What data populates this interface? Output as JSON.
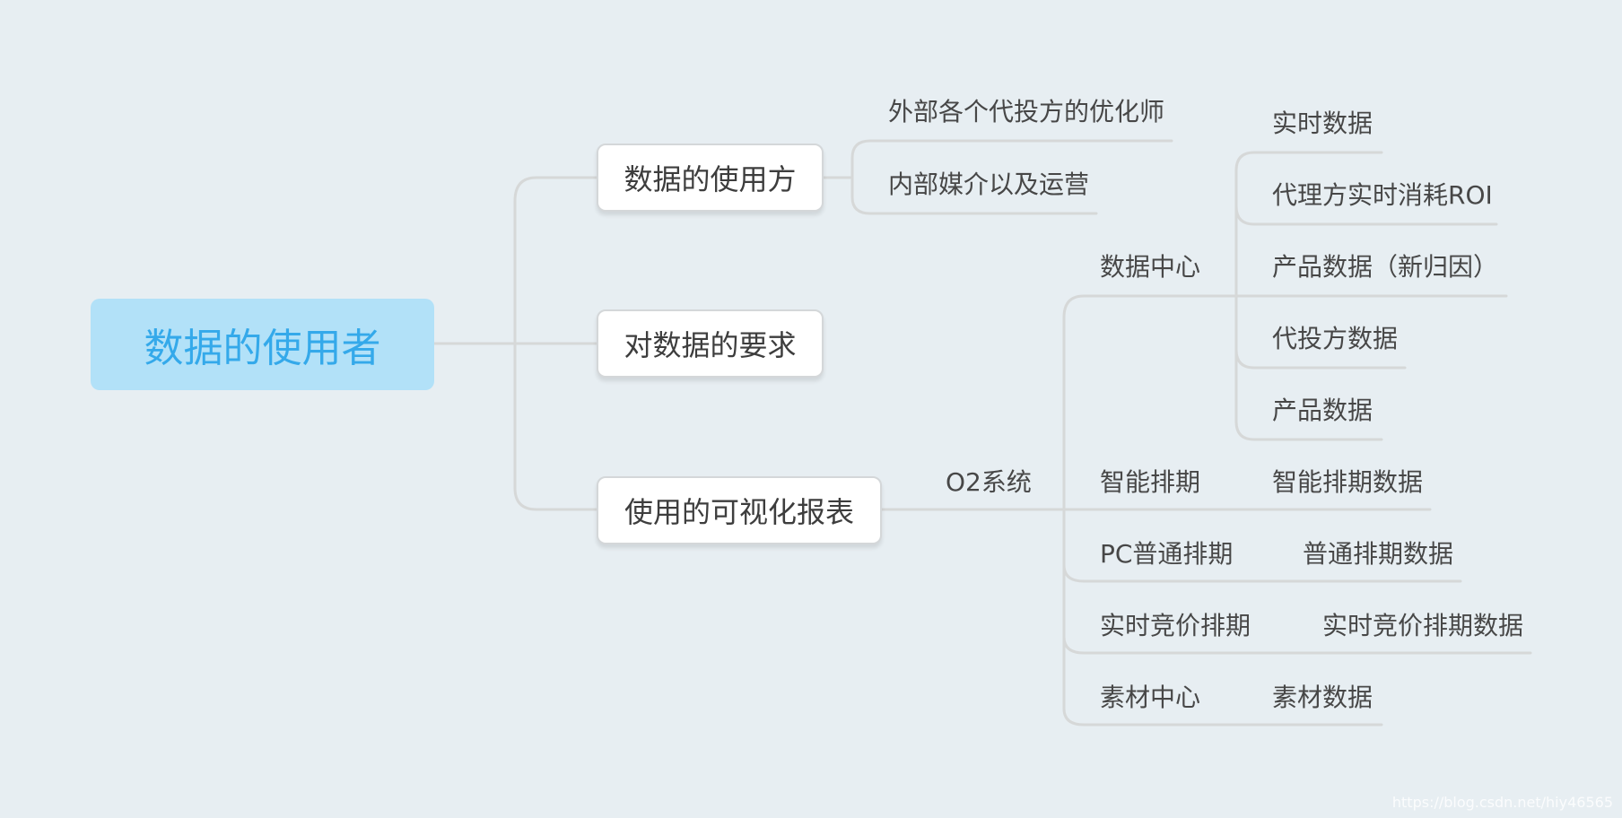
{
  "root": {
    "label": "数据的使用者"
  },
  "branches": {
    "users": {
      "label": "数据的使用方",
      "children": [
        "外部各个代投方的优化师",
        "内部媒介以及运营"
      ]
    },
    "requirements": {
      "label": "对数据的要求"
    },
    "reports": {
      "label": "使用的可视化报表",
      "system": "O2系统",
      "data_center": {
        "label": "数据中心",
        "children": [
          "实时数据",
          "代理方实时消耗ROI",
          "产品数据（新归因）",
          "代投方数据",
          "产品数据"
        ]
      },
      "smart_schedule": {
        "label": "智能排期",
        "child": "智能排期数据"
      },
      "pc_schedule": {
        "label": "PC普通排期",
        "child": "普通排期数据"
      },
      "rtb_schedule": {
        "label": "实时竞价排期",
        "child": "实时竞价排期数据"
      },
      "material_center": {
        "label": "素材中心",
        "child": "素材数据"
      }
    }
  },
  "watermark": "https://blog.csdn.net/hiy46565"
}
